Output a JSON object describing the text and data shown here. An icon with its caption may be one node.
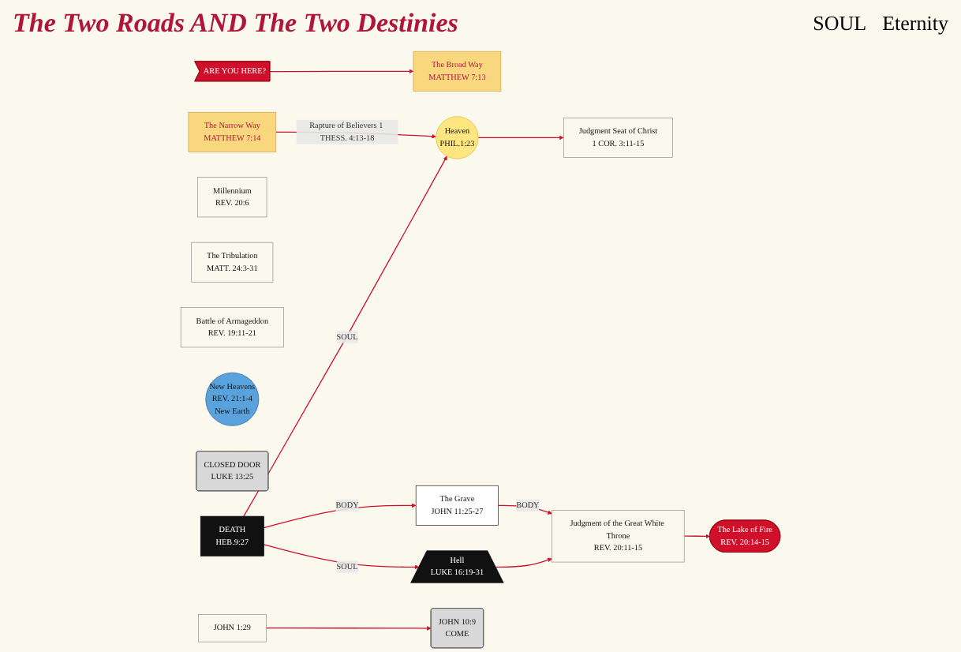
{
  "diagram": {
    "title": "The Two Roads AND The Two Destinies",
    "nodes": [
      {
        "text": [
          "The Broad Way",
          "MATTHEW 7:13"
        ]
      },
      {
        "text": [
          "The Narrow Way",
          "MATTHEW 7:14"
        ]
      },
      {
        "text": [
          "DEATH",
          "HEB.9:27"
        ]
      },
      {
        "text": [
          "Heaven",
          "PHIL.1:23"
        ]
      },
      {
        "text": [
          "The Grave",
          "JOHN 11:25-27"
        ]
      },
      {
        "text": [
          "Hell",
          "LUKE 16:19-31"
        ]
      },
      {
        "text": [
          "Judgment Seat of Christ",
          "1 COR. 3:11-15"
        ]
      },
      {
        "text": [
          "Millennium",
          "REV. 20:6"
        ]
      },
      {
        "text": [
          "The Tribulation",
          "MATT. 24:3-31"
        ]
      },
      {
        "text": [
          "Battle of Armageddon",
          "REV. 19:11-21"
        ]
      },
      {
        "text": [
          "Judgment of the Great White Throne",
          "REV. 20:11-15"
        ]
      },
      {
        "text": [
          "New Heavens",
          "REV. 21:1-4",
          "New Earth"
        ]
      },
      {
        "text": [
          "The Lake of Fire",
          "REV. 20:14-15"
        ]
      },
      {
        "text": [
          "JOHN 10:9",
          "COME"
        ]
      },
      {
        "text": [
          "CLOSED DOOR",
          "LUKE 13:25"
        ]
      },
      {
        "text": [
          "ARE YOU HERE?"
        ]
      },
      {
        "text": [
          "JOHN 1:29"
        ]
      }
    ],
    "edges": [
      {
        "from": 1,
        "to": 3,
        "arrow": "to",
        "label": "Rapture of Believers 1 THESS. 4:13-18"
      },
      {
        "from": 2,
        "to": 3,
        "arrow": "to",
        "label": "SOUL"
      },
      {
        "from": 2,
        "to": 4,
        "arrow": "to",
        "label": "BODY"
      },
      {
        "from": 4,
        "to": 10,
        "arrow": "to",
        "label": "BODY"
      },
      {
        "from": 2,
        "to": 5,
        "arrow": "to",
        "label": "SOUL"
      },
      {
        "from": 3,
        "to": 6,
        "arrow": "to"
      },
      {
        "from": 5,
        "to": 10,
        "arrow": "to"
      },
      {
        "from": 10,
        "to": 12,
        "arrow": "to"
      },
      {
        "from": 15,
        "to": 0,
        "arrow": "to"
      },
      {
        "from": 16,
        "to": 13,
        "arrow": "to"
      }
    ],
    "labels": [
      "SOUL",
      "Eternity"
    ]
  }
}
